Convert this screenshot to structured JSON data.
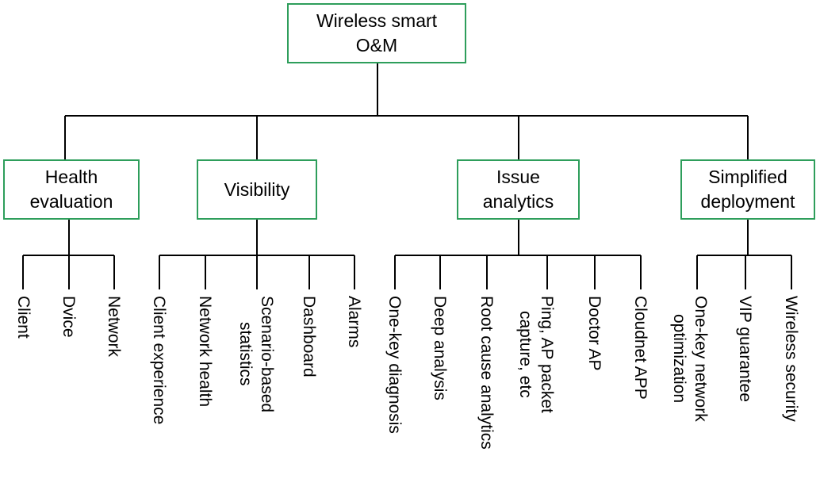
{
  "root": {
    "line1": "Wireless smart",
    "line2": "O&M"
  },
  "categories": [
    {
      "line1": "Health",
      "line2": "evaluation",
      "items": [
        {
          "label": "Client"
        },
        {
          "label": "Dvice"
        },
        {
          "label": "Network"
        }
      ]
    },
    {
      "line1": "Visibility",
      "line2": "",
      "items": [
        {
          "label": "Client experience"
        },
        {
          "label": "Network health"
        },
        {
          "label": "Scenario-based",
          "label2": "statistics"
        },
        {
          "label": "Dashboard"
        },
        {
          "label": "Alarms"
        }
      ]
    },
    {
      "line1": "Issue",
      "line2": "analytics",
      "items": [
        {
          "label": "One-key diagnosis"
        },
        {
          "label": "Deep analysis"
        },
        {
          "label": "Root cause analytics"
        },
        {
          "label": "Ping, AP packet",
          "label2": "capture, etc"
        },
        {
          "label": "Doctor AP"
        },
        {
          "label": "Cloudnet APP"
        }
      ]
    },
    {
      "line1": "Simplified",
      "line2": "deployment",
      "items": [
        {
          "label": "One-key network",
          "label2": "optimization"
        },
        {
          "label": "VIP guarantee"
        },
        {
          "label": "Wireless security"
        }
      ]
    }
  ]
}
